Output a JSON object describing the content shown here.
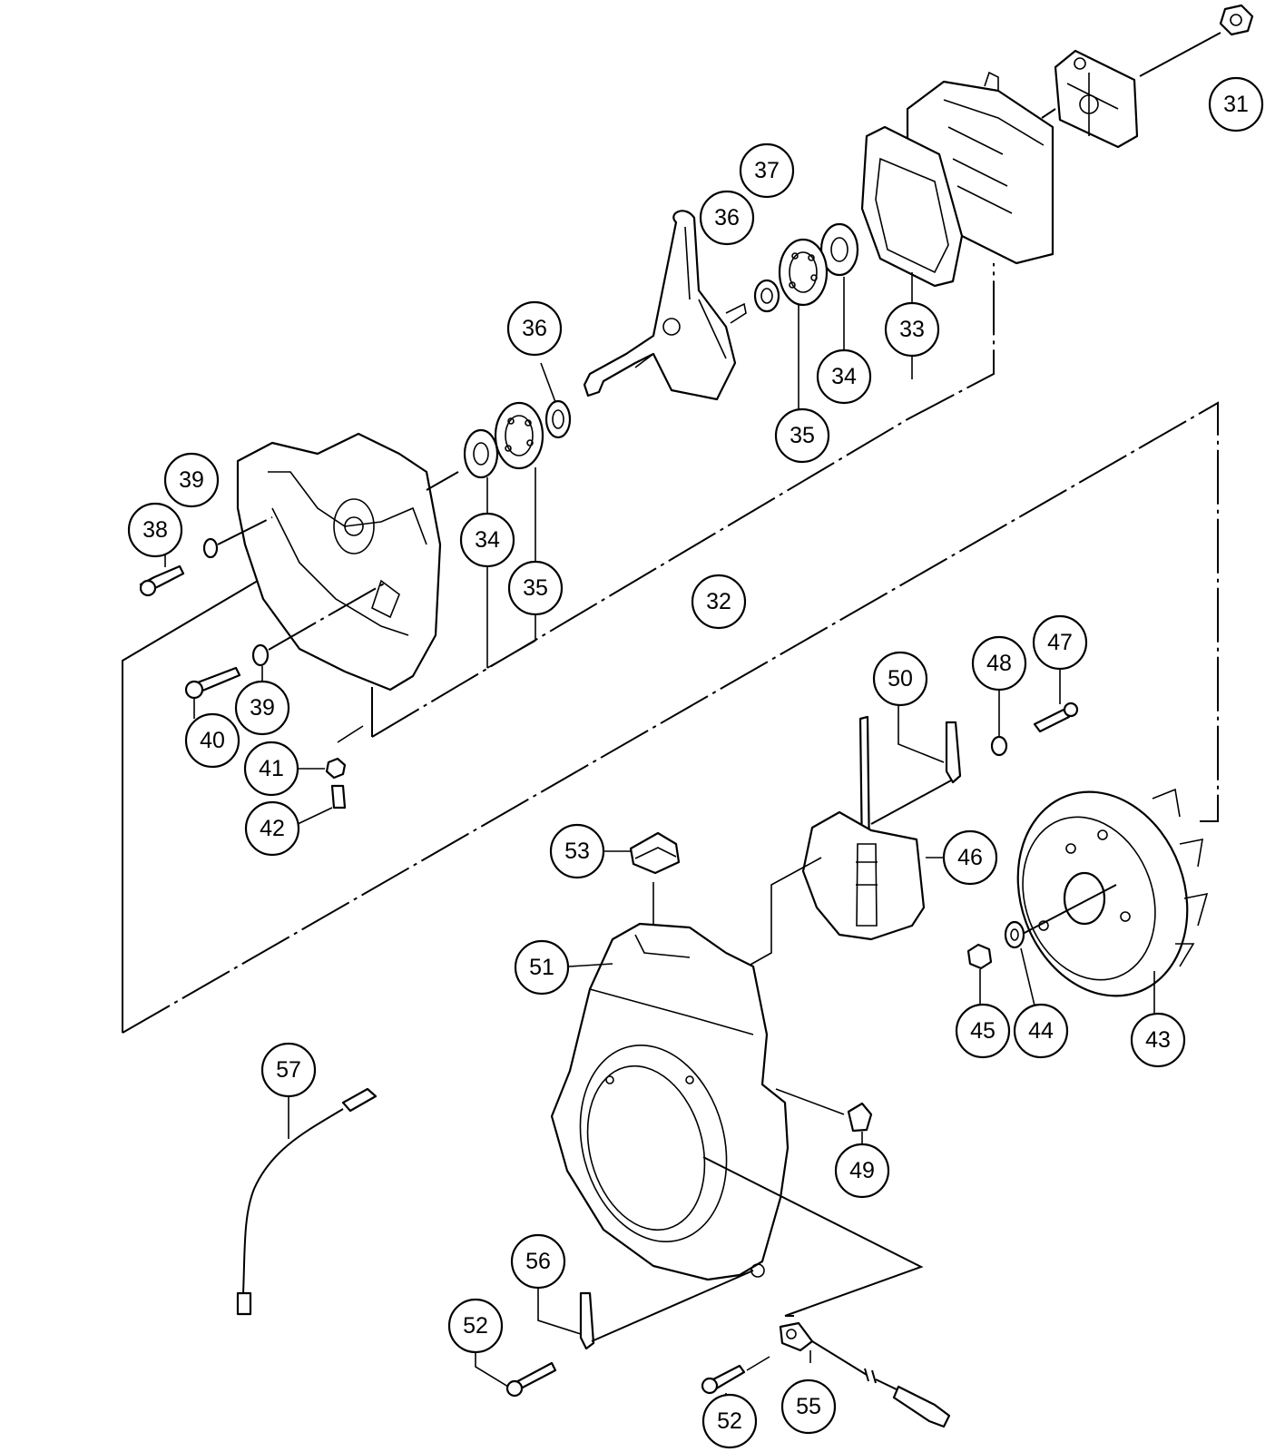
{
  "callouts": [
    {
      "id": "c31",
      "label": "31"
    },
    {
      "id": "c37",
      "label": "37"
    },
    {
      "id": "c36a",
      "label": "36"
    },
    {
      "id": "c36b",
      "label": "36"
    },
    {
      "id": "c33",
      "label": "33"
    },
    {
      "id": "c34a",
      "label": "34"
    },
    {
      "id": "c35a",
      "label": "35"
    },
    {
      "id": "c39a",
      "label": "39"
    },
    {
      "id": "c38",
      "label": "38"
    },
    {
      "id": "c34b",
      "label": "34"
    },
    {
      "id": "c35b",
      "label": "35"
    },
    {
      "id": "c32",
      "label": "32"
    },
    {
      "id": "c40",
      "label": "40"
    },
    {
      "id": "c39b",
      "label": "39"
    },
    {
      "id": "c41",
      "label": "41"
    },
    {
      "id": "c42",
      "label": "42"
    },
    {
      "id": "c50",
      "label": "50"
    },
    {
      "id": "c48",
      "label": "48"
    },
    {
      "id": "c47",
      "label": "47"
    },
    {
      "id": "c53",
      "label": "53"
    },
    {
      "id": "c46",
      "label": "46"
    },
    {
      "id": "c51",
      "label": "51"
    },
    {
      "id": "c45",
      "label": "45"
    },
    {
      "id": "c44",
      "label": "44"
    },
    {
      "id": "c43",
      "label": "43"
    },
    {
      "id": "c57",
      "label": "57"
    },
    {
      "id": "c49",
      "label": "49"
    },
    {
      "id": "c56",
      "label": "56"
    },
    {
      "id": "c52a",
      "label": "52"
    },
    {
      "id": "c52b",
      "label": "52"
    },
    {
      "id": "c55",
      "label": "55"
    }
  ]
}
